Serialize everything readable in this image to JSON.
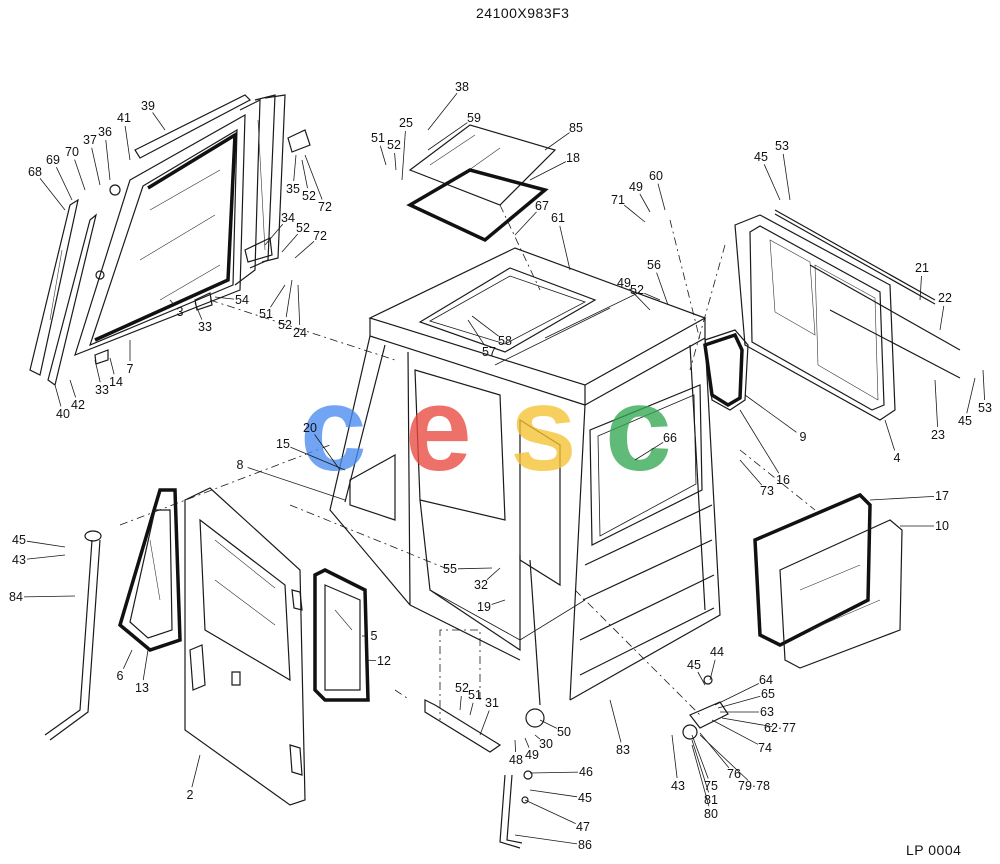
{
  "drawing_number": "24100X983F3",
  "page_code": "LP 0004",
  "watermark": {
    "letters": [
      "c",
      "e",
      "s",
      "c"
    ],
    "colors": [
      "#4a8cf0",
      "#ea4a3f",
      "#f6c233",
      "#34a853"
    ]
  },
  "callouts": [
    {
      "label": "38"
    },
    {
      "label": "59"
    },
    {
      "label": "85"
    },
    {
      "label": "18"
    },
    {
      "label": "51"
    },
    {
      "label": "52"
    },
    {
      "label": "25"
    },
    {
      "label": "39"
    },
    {
      "label": "41"
    },
    {
      "label": "37"
    },
    {
      "label": "36"
    },
    {
      "label": "70"
    },
    {
      "label": "69"
    },
    {
      "label": "68"
    },
    {
      "label": "35"
    },
    {
      "label": "52"
    },
    {
      "label": "72"
    },
    {
      "label": "34"
    },
    {
      "label": "52"
    },
    {
      "label": "72"
    },
    {
      "label": "54"
    },
    {
      "label": "33"
    },
    {
      "label": "51"
    },
    {
      "label": "52"
    },
    {
      "label": "24"
    },
    {
      "label": "3"
    },
    {
      "label": "7"
    },
    {
      "label": "33"
    },
    {
      "label": "14"
    },
    {
      "label": "40"
    },
    {
      "label": "42"
    },
    {
      "label": "67"
    },
    {
      "label": "61"
    },
    {
      "label": "60"
    },
    {
      "label": "49"
    },
    {
      "label": "71"
    },
    {
      "label": "49"
    },
    {
      "label": "52"
    },
    {
      "label": "56"
    },
    {
      "label": "57"
    },
    {
      "label": "58"
    },
    {
      "label": "45"
    },
    {
      "label": "53"
    },
    {
      "label": "21"
    },
    {
      "label": "22"
    },
    {
      "label": "45"
    },
    {
      "label": "53"
    },
    {
      "label": "23"
    },
    {
      "label": "4"
    },
    {
      "label": "9"
    },
    {
      "label": "16"
    },
    {
      "label": "73"
    },
    {
      "label": "20"
    },
    {
      "label": "15"
    },
    {
      "label": "66"
    },
    {
      "label": "8"
    },
    {
      "label": "17"
    },
    {
      "label": "10"
    },
    {
      "label": "45"
    },
    {
      "label": "43"
    },
    {
      "label": "84"
    },
    {
      "label": "55"
    },
    {
      "label": "32"
    },
    {
      "label": "19"
    },
    {
      "label": "5"
    },
    {
      "label": "12"
    },
    {
      "label": "6"
    },
    {
      "label": "13"
    },
    {
      "label": "52"
    },
    {
      "label": "51"
    },
    {
      "label": "31"
    },
    {
      "label": "50"
    },
    {
      "label": "48"
    },
    {
      "label": "49"
    },
    {
      "label": "30"
    },
    {
      "label": "83"
    },
    {
      "label": "45"
    },
    {
      "label": "44"
    },
    {
      "label": "64"
    },
    {
      "label": "65"
    },
    {
      "label": "63"
    },
    {
      "label": "62·77"
    },
    {
      "label": "74"
    },
    {
      "label": "76"
    },
    {
      "label": "79·78"
    },
    {
      "label": "75"
    },
    {
      "label": "81"
    },
    {
      "label": "80"
    },
    {
      "label": "43"
    },
    {
      "label": "46"
    },
    {
      "label": "45"
    },
    {
      "label": "47"
    },
    {
      "label": "86"
    },
    {
      "label": "2"
    }
  ]
}
